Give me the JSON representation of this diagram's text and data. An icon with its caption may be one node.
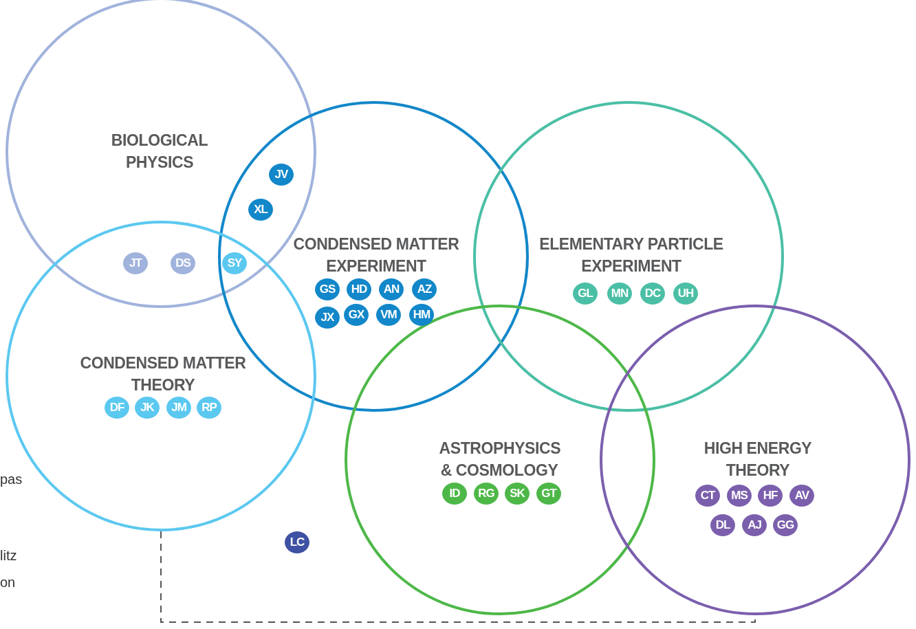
{
  "diagram": {
    "nodes": [
      {
        "text": [
          "BIOLOGICAL PHYSICS"
        ]
      },
      {
        "text": [
          "CONDENSED MATTER EXPERIMENT"
        ]
      },
      {
        "text": [
          "ELEMENTARY PARTICLE EXPERIMENT"
        ]
      },
      {
        "text": [
          "CONDENSED MATTER THEORY"
        ]
      },
      {
        "text": [
          "ASTROPHYSICS & COSMOLOGY"
        ]
      },
      {
        "text": [
          "HIGH ENERGY THEORY"
        ]
      },
      {
        "text": [
          "JV"
        ]
      },
      {
        "text": [
          "XL"
        ]
      },
      {
        "text": [
          "JT"
        ]
      },
      {
        "text": [
          "DS"
        ]
      },
      {
        "text": [
          "SY"
        ]
      },
      {
        "text": [
          "GS"
        ],
        "in": 1
      },
      {
        "text": [
          "HD"
        ],
        "in": 1
      },
      {
        "text": [
          "AN"
        ],
        "in": 1
      },
      {
        "text": [
          "AZ"
        ],
        "in": 1
      },
      {
        "text": [
          "JX"
        ],
        "in": 1
      },
      {
        "text": [
          "GX"
        ]
      },
      {
        "text": [
          "VM"
        ]
      },
      {
        "text": [
          "HM"
        ]
      },
      {
        "text": [
          "GL"
        ],
        "in": 2
      },
      {
        "text": [
          "MN"
        ],
        "in": 2
      },
      {
        "text": [
          "DC"
        ],
        "in": 2
      },
      {
        "text": [
          "UH"
        ],
        "in": 2
      },
      {
        "text": [
          "DF"
        ],
        "in": 3
      },
      {
        "text": [
          "JK"
        ],
        "in": 3
      },
      {
        "text": [
          "JM"
        ],
        "in": 3
      },
      {
        "text": [
          "RP"
        ],
        "in": 3
      },
      {
        "text": [
          "ID"
        ],
        "in": 4
      },
      {
        "text": [
          "RG"
        ],
        "in": 4
      },
      {
        "text": [
          "SK"
        ],
        "in": 4
      },
      {
        "text": [
          "GT"
        ],
        "in": 4
      },
      {
        "text": [
          "CT"
        ],
        "in": 5
      },
      {
        "text": [
          "MS"
        ],
        "in": 5
      },
      {
        "text": [
          "HF"
        ],
        "in": 5
      },
      {
        "text": [
          "AV"
        ],
        "in": 5
      },
      {
        "text": [
          "DL"
        ],
        "in": 5
      },
      {
        "text": [
          "AJ"
        ],
        "in": 5
      },
      {
        "text": [
          "GG"
        ],
        "in": 5
      },
      {
        "text": [
          "LC"
        ]
      }
    ],
    "edges": [
      {
        "from": 3,
        "to": 5,
        "arrow": "none",
        "style": "dashed"
      }
    ],
    "labels": [
      "pas",
      "litz",
      "on"
    ]
  }
}
